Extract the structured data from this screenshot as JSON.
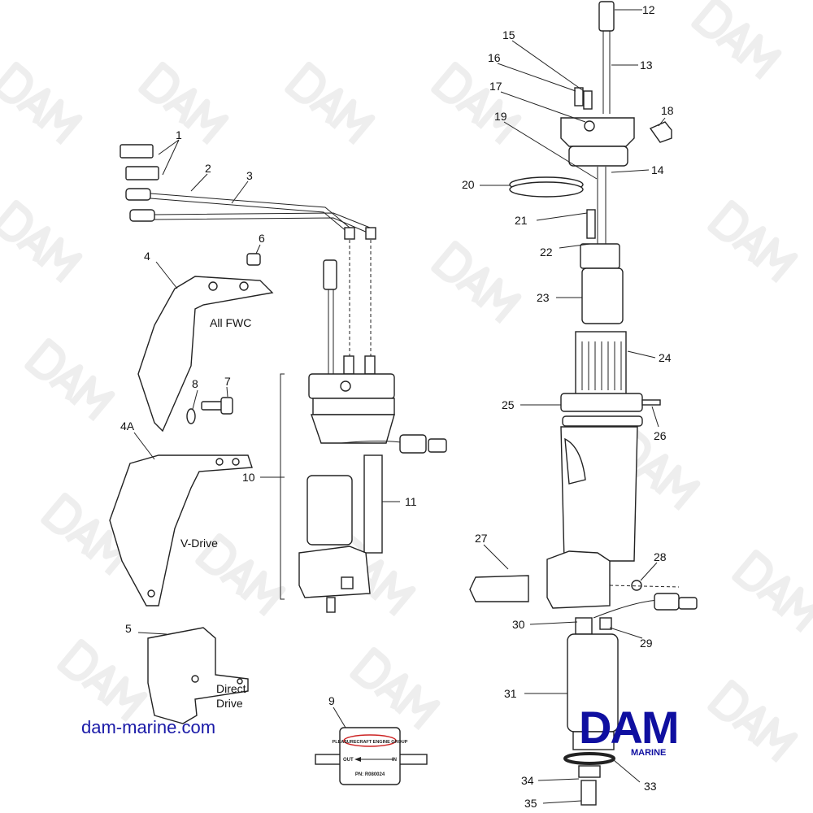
{
  "watermark": "DAM",
  "callouts": {
    "c1": "1",
    "c2": "2",
    "c3": "3",
    "c4": "4",
    "c4a": "4A",
    "c5": "5",
    "c6": "6",
    "c7": "7",
    "c8": "8",
    "c9": "9",
    "c10": "10",
    "c11": "11",
    "c12": "12",
    "c13": "13",
    "c14": "14",
    "c15": "15",
    "c16": "16",
    "c17": "17",
    "c18": "18",
    "c19": "19",
    "c20": "20",
    "c21": "21",
    "c22": "22",
    "c23": "23",
    "c24": "24",
    "c25": "25",
    "c26": "26",
    "c27": "27",
    "c28": "28",
    "c29": "29",
    "c30": "30",
    "c31": "31",
    "c33": "33",
    "c34": "34",
    "c35": "35"
  },
  "notes": {
    "all_fwc": "All FWC",
    "v_drive": "V-Drive",
    "direct": "Direct",
    "drive": "Drive"
  },
  "filter_label": {
    "brand": "PLEASURECRAFT ENGINE GROUP",
    "out": "OUT",
    "in": "IN",
    "pn": "PN: R080024"
  },
  "site_url": "dam-marine.com",
  "logo": {
    "main": "DAM",
    "sub": "MARINE",
    "color": "#0f0fa0"
  }
}
